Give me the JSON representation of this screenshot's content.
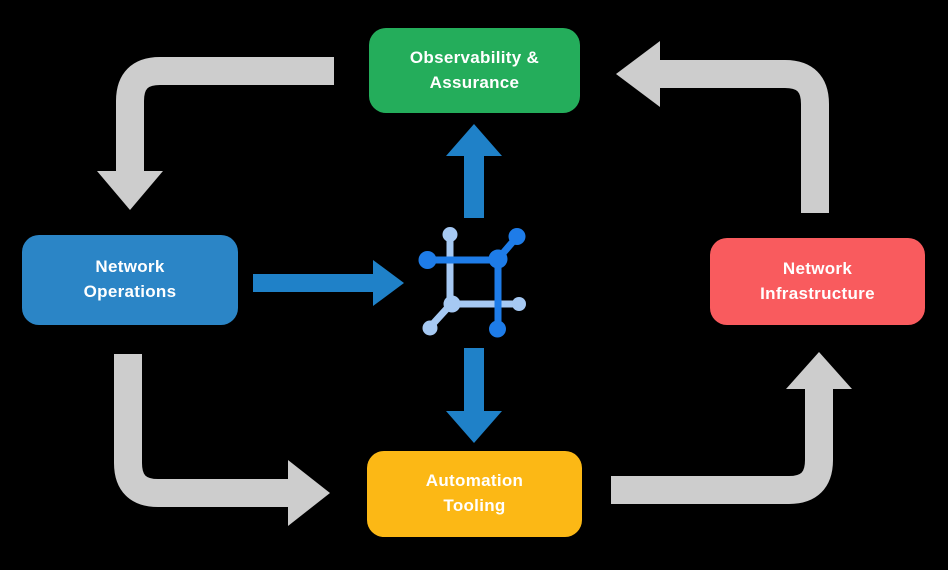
{
  "canvas": {
    "background": "#000000"
  },
  "nodes": [
    {
      "id": "observability",
      "label": "Observability &\nAssurance",
      "color": "#24AD5B",
      "text_color": "#FFFFFF"
    },
    {
      "id": "network-operations",
      "label": "Network\nOperations",
      "color": "#2B85C6",
      "text_color": "#FFFFFF"
    },
    {
      "id": "network-infrastructure",
      "label": "Network\nInfrastructure",
      "color": "#F95B5E",
      "text_color": "#FFFFFF"
    },
    {
      "id": "automation-tooling",
      "label": "Automation\nTooling",
      "color": "#FCB815",
      "text_color": "#FFFFFF"
    }
  ],
  "center_icon": {
    "name": "network-nodes-icon",
    "dark_blue": "#1E7CE8",
    "light_blue": "#A6C9F3"
  },
  "arrows": {
    "cycle_color": "#CDCDCD",
    "flow_color": "#1F81C8",
    "cycle_flows": [
      {
        "from": "observability",
        "to": "network-operations",
        "corner": "top-left"
      },
      {
        "from": "network-operations",
        "to": "automation-tooling",
        "corner": "bottom-left"
      },
      {
        "from": "automation-tooling",
        "to": "network-infrastructure",
        "corner": "bottom-right"
      },
      {
        "from": "network-infrastructure",
        "to": "observability",
        "corner": "top-right"
      }
    ],
    "center_flows": [
      {
        "from": "network-operations",
        "to": "center-icon",
        "direction": "right"
      },
      {
        "from": "center-icon",
        "to": "observability",
        "direction": "up"
      },
      {
        "from": "center-icon",
        "to": "automation-tooling",
        "direction": "down"
      }
    ]
  }
}
